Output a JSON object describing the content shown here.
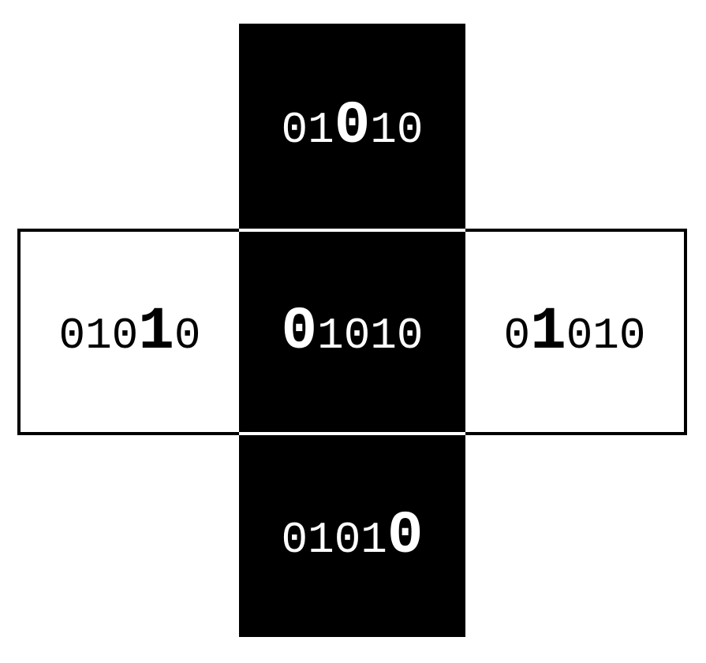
{
  "figure": {
    "cells": {
      "top": {
        "pre": "01",
        "bold": "0",
        "post": "10"
      },
      "left": {
        "pre": "010",
        "bold": "1",
        "post": "0"
      },
      "center": {
        "pre": "",
        "bold": "0",
        "post": "1010"
      },
      "right": {
        "pre": "0",
        "bold": "1",
        "post": "010"
      },
      "bottom": {
        "pre": "0101",
        "bold": "0",
        "post": ""
      }
    },
    "colors": {
      "dark_cell_background": "#000000",
      "dark_cell_text": "#ffffff",
      "light_cell_background": "#ffffff",
      "light_cell_text": "#000000",
      "border": "#000000"
    }
  }
}
